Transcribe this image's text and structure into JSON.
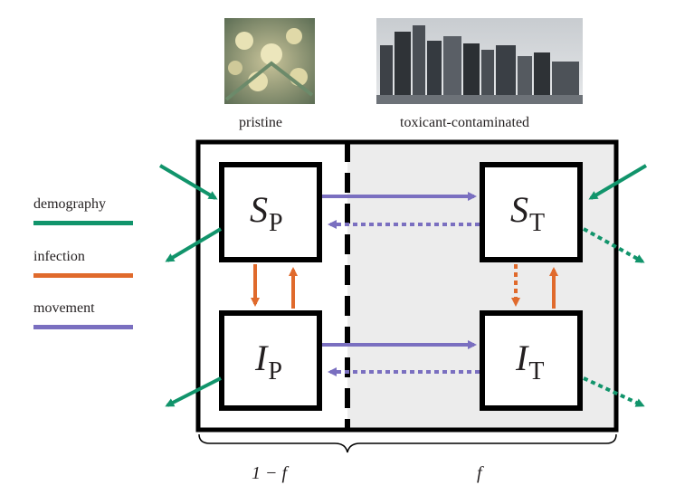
{
  "images": {
    "left": {
      "name": "flowers-photo"
    },
    "right": {
      "name": "city-skyline-photo"
    }
  },
  "image_labels": {
    "left": "pristine",
    "right": "toxicant-contaminated"
  },
  "legend": [
    {
      "label": "demography",
      "color": "#11946b"
    },
    {
      "label": "infection",
      "color": "#e06a2c"
    },
    {
      "label": "movement",
      "color": "#7a6fc0"
    }
  ],
  "nodes": {
    "sp": {
      "main": "S",
      "sub": "P"
    },
    "st": {
      "main": "S",
      "sub": "T"
    },
    "ip": {
      "main": "I",
      "sub": "P"
    },
    "it": {
      "main": "I",
      "sub": "T"
    }
  },
  "braces": {
    "left": "1 − f",
    "right": "f"
  },
  "colors": {
    "demography": "#11946b",
    "infection": "#e06a2c",
    "movement": "#7a6fc0",
    "contaminated_bg": "#ececec",
    "frame": "#000000"
  }
}
